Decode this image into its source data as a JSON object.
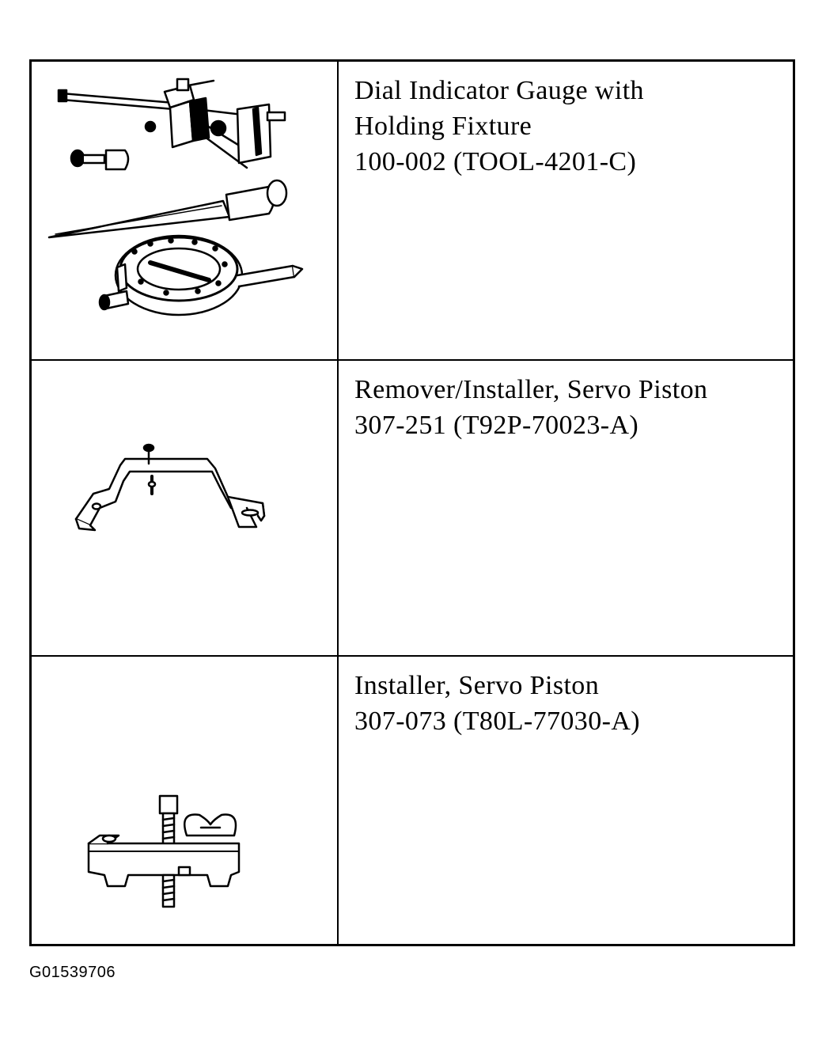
{
  "tools": [
    {
      "lines": [
        "Dial Indicator Gauge with",
        "Holding Fixture",
        "100-002 (TOOL-4201-C)"
      ],
      "icon": "dial-indicator-gauge-icon"
    },
    {
      "lines": [
        "Remover/Installer, Servo Piston",
        "307-251 (T92P-70023-A)"
      ],
      "icon": "servo-piston-remover-installer-icon"
    },
    {
      "lines": [
        "Installer, Servo Piston",
        "307-073 (T80L-77030-A)"
      ],
      "icon": "servo-piston-installer-icon"
    }
  ],
  "figure_id": "G01539706"
}
